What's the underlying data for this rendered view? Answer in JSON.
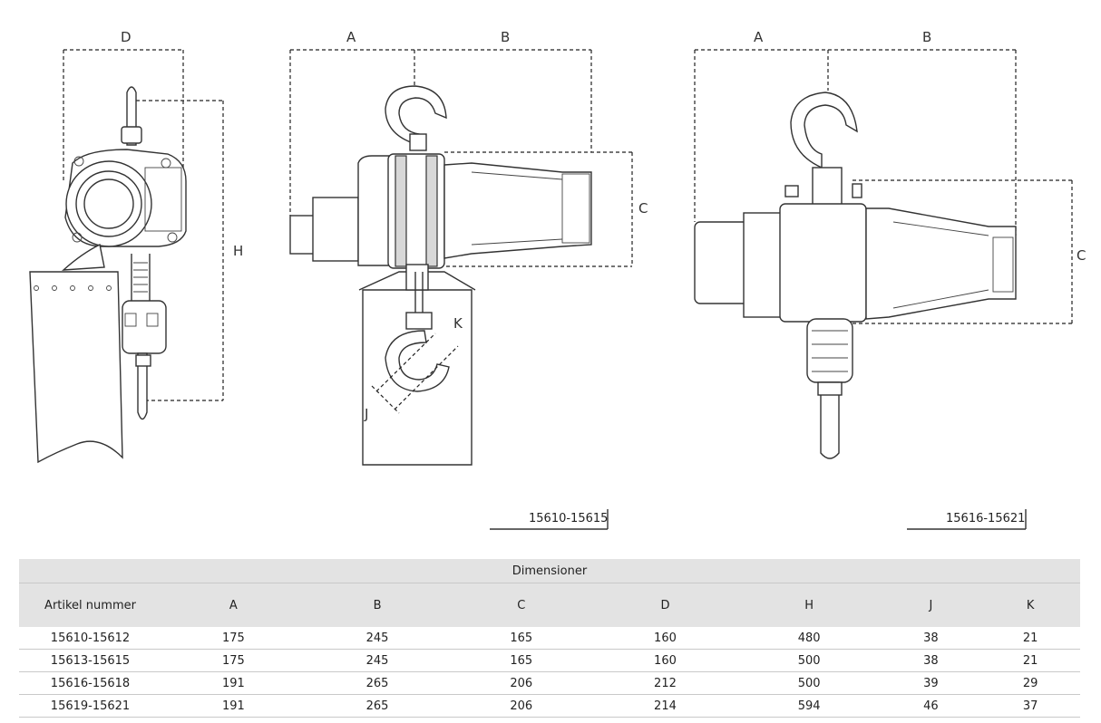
{
  "drawings": {
    "side_view": {
      "label_d": "D",
      "label_h": "H"
    },
    "front_view_small": {
      "label_a": "A",
      "label_b": "B",
      "label_c": "C",
      "label_j": "J",
      "label_k": "K",
      "caption": "15610-15615"
    },
    "front_view_large": {
      "label_a": "A",
      "label_b": "B",
      "label_c": "C",
      "caption": "15616-15621"
    }
  },
  "table": {
    "super_header": "Dimensioner",
    "columns": [
      "Artikel nummer",
      "A",
      "B",
      "C",
      "D",
      "H",
      "J",
      "K"
    ],
    "rows": [
      [
        "15610-15612",
        "175",
        "245",
        "165",
        "160",
        "480",
        "38",
        "21"
      ],
      [
        "15613-15615",
        "175",
        "245",
        "165",
        "160",
        "500",
        "38",
        "21"
      ],
      [
        "15616-15618",
        "191",
        "265",
        "206",
        "212",
        "500",
        "39",
        "29"
      ],
      [
        "15619-15621",
        "191",
        "265",
        "206",
        "214",
        "594",
        "46",
        "37"
      ]
    ]
  }
}
